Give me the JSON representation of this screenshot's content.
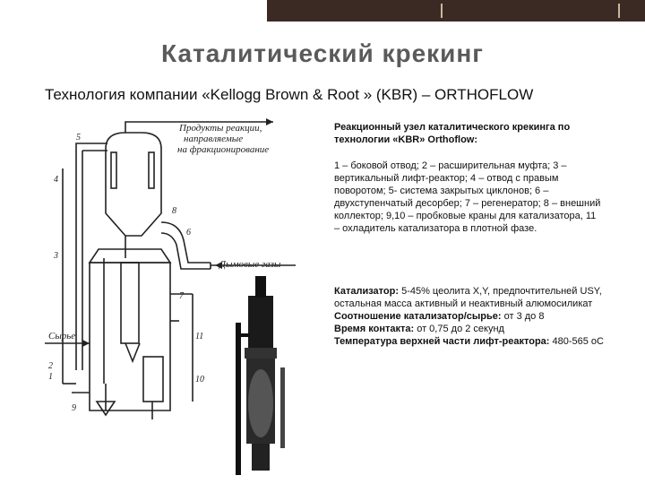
{
  "title": "Каталитический крекинг",
  "subtitle": "Технология компании «Kellogg Brown & Root » (KBR) – ORTHOFLOW",
  "diagram": {
    "label_products": "Продукты реакции,",
    "label_products2": "направляемые",
    "label_products3": "на фракционирование",
    "label_flue": "Дымовые газы",
    "label_feed": "Сырье",
    "numbers": [
      "5",
      "4",
      "8",
      "6",
      "3",
      "7",
      "2",
      "1",
      "9",
      "10",
      "11"
    ]
  },
  "caption": "Реакционный узел каталитического крекинга по технологии «KBR» Orthoflow:",
  "legend": "1 – боковой отвод; 2 – расширительная муфта; 3 – вертикальный лифт-реактор; 4 – отвод с правым поворотом; 5- система закрытых циклонов; 6 – двухступенчатый десорбер; 7 – регенератор; 8 – внешний коллектор; 9,10 – пробковые краны для катализатора, 11 – охладитель катализатора в плотной фазе.",
  "params": [
    {
      "label": "Катализатор:",
      "text": " 5-45% цеолита X,Y, предпочтительней USY, остальная масса активный и неактивный алюмосиликат"
    },
    {
      "label": "Соотношение катализатор/сырье:",
      "text": " от 3 до 8"
    },
    {
      "label": "Время контакта:",
      "text": " от 0,75 до 2 секунд"
    },
    {
      "label": "Температура верхней части лифт-реактора:",
      "text": " 480-565 oC"
    }
  ]
}
